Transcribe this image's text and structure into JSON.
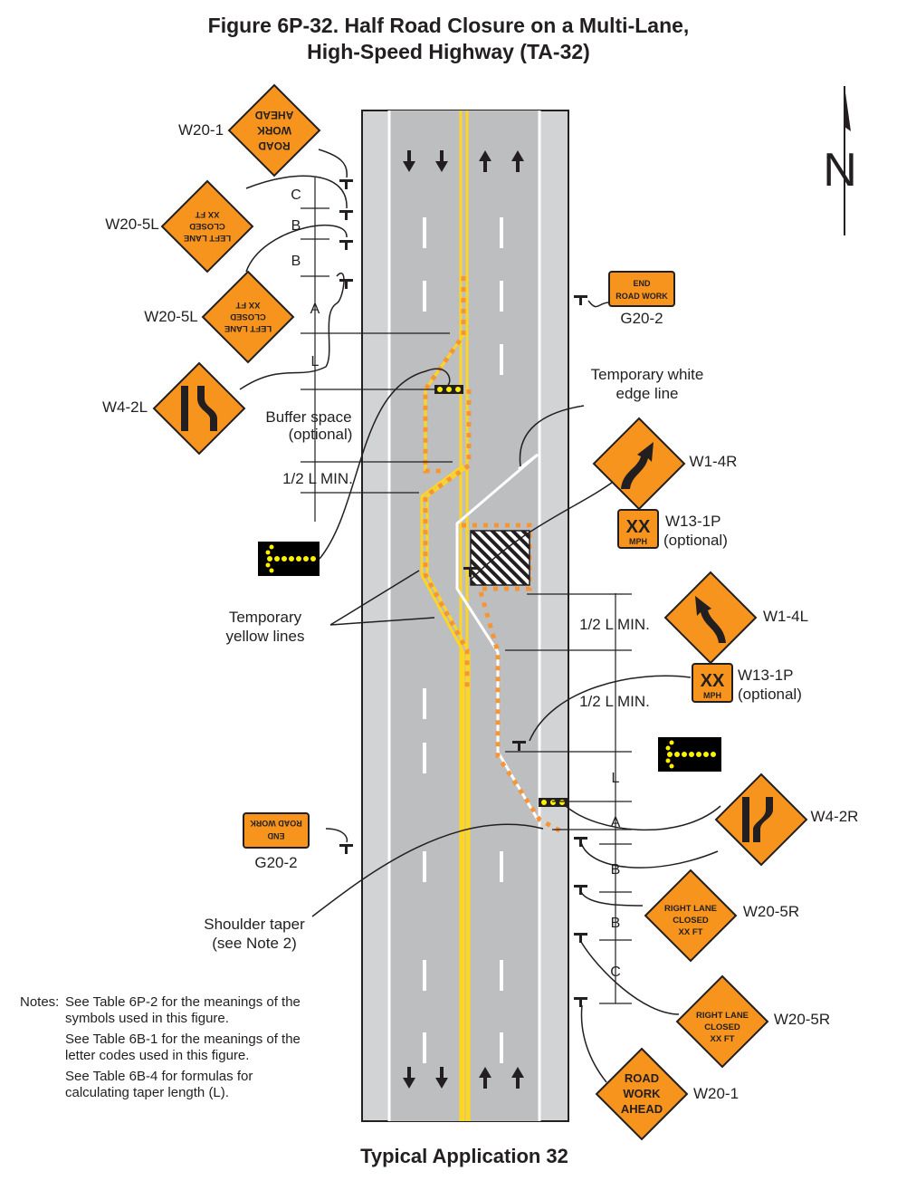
{
  "title": {
    "line1": "Figure 6P-32.  Half Road Closure on a Multi-Lane,",
    "line2": "High-Speed Highway (TA-32)"
  },
  "footer": "Typical Application 32",
  "north_label": "N",
  "colors": {
    "sign_orange": "#f7941d",
    "road_gray": "#bcbec0",
    "shoulder_gray": "#d1d3d4",
    "yellow_line": "#ffd520",
    "channel_dots": "#f79535",
    "arrow_panel_bg": "#000000",
    "arrow_panel_lights": "#fff200"
  },
  "signs": {
    "w20_1_top": {
      "code": "W20-1",
      "lines": [
        "ROAD",
        "WORK",
        "AHEAD"
      ]
    },
    "w20_5l_a": {
      "code": "W20-5L",
      "lines": [
        "LEFT LANE",
        "CLOSED",
        "XX FT"
      ]
    },
    "w20_5l_b": {
      "code": "W20-5L",
      "lines": [
        "LEFT LANE",
        "CLOSED",
        "XX FT"
      ]
    },
    "w4_2l": {
      "code": "W4-2L"
    },
    "g20_2_top": {
      "code": "G20-2",
      "lines": [
        "END",
        "ROAD WORK"
      ]
    },
    "w1_4r": {
      "code": "W1-4R"
    },
    "w13_1p_a": {
      "code": "W13-1P",
      "note": "(optional)",
      "lines": [
        "XX",
        "MPH"
      ]
    },
    "w1_4l": {
      "code": "W1-4L"
    },
    "w13_1p_b": {
      "code": "W13-1P",
      "note": "(optional)",
      "lines": [
        "XX",
        "MPH"
      ]
    },
    "w4_2r": {
      "code": "W4-2R"
    },
    "g20_2_bottom": {
      "code": "G20-2",
      "lines": [
        "END",
        "ROAD WORK"
      ]
    },
    "w20_5r_a": {
      "code": "W20-5R",
      "lines": [
        "RIGHT LANE",
        "CLOSED",
        "XX FT"
      ]
    },
    "w20_5r_b": {
      "code": "W20-5R",
      "lines": [
        "RIGHT LANE",
        "CLOSED",
        "XX FT"
      ]
    },
    "w20_1_bottom": {
      "code": "W20-1",
      "lines": [
        "ROAD",
        "WORK",
        "AHEAD"
      ]
    }
  },
  "dimensions": {
    "left": {
      "c": "C",
      "b1": "B",
      "b2": "B",
      "a": "A",
      "l": "L",
      "buffer1": "Buffer space",
      "buffer2": "(optional)",
      "half_l": "1/2 L MIN."
    },
    "right": {
      "half_l_1": "1/2 L MIN.",
      "half_l_2": "1/2 L MIN.",
      "l": "L",
      "a": "A",
      "b1": "B",
      "b2": "B",
      "c": "C"
    }
  },
  "callouts": {
    "temp_white_1": "Temporary white",
    "temp_white_2": "edge line",
    "temp_yellow_1": "Temporary",
    "temp_yellow_2": "yellow lines",
    "shoulder_taper_1": "Shoulder taper",
    "shoulder_taper_2": "(see Note 2)"
  },
  "notes": {
    "label": "Notes:",
    "items": [
      "See Table 6P-2 for the meanings of the symbols used in this figure.",
      "See Table 6B-1 for the meanings of the letter codes used in this figure.",
      "See Table 6B-4 for formulas for calculating taper length (L)."
    ]
  }
}
